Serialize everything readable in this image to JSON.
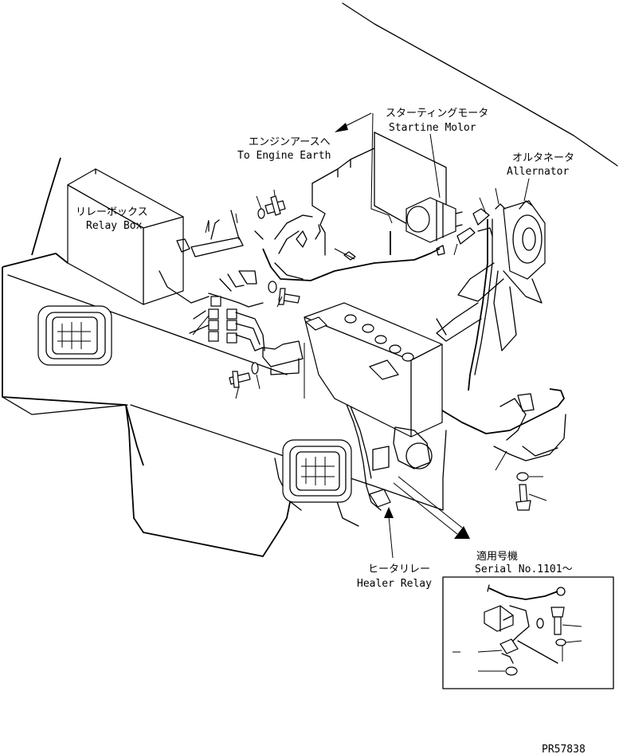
{
  "labels": {
    "starting_motor_jp": "スターティングモータ",
    "starting_motor_en": "Startine Molor",
    "engine_earth_jp": "エンジンアースへ",
    "engine_earth_en": "To Engine Earth",
    "alternator_jp": "オルタネータ",
    "alternator_en": "Allernator",
    "relay_box_jp": "リレーボックス",
    "relay_box_en": "Relay Box",
    "heater_relay_jp": "ヒータリレー",
    "heater_relay_en": "Healer Relay",
    "serial_jp": "適用号機",
    "serial_en": "Serial No.1101～",
    "part_number": "PR57838"
  },
  "icons": [
    "work-light-icon",
    "relay-box-icon",
    "starting-motor-icon",
    "alternator-icon",
    "battery-icon",
    "bolt-icon",
    "washer-icon",
    "heater-relay-icon"
  ],
  "colors": {
    "line": "#000000",
    "background": "#ffffff"
  }
}
